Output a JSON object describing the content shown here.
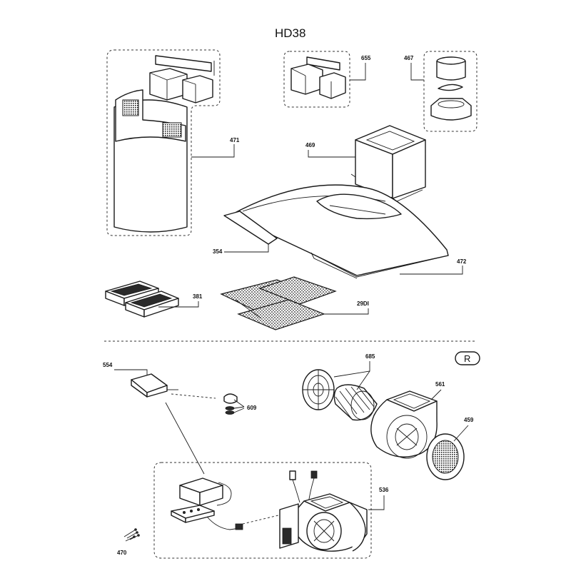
{
  "title": "HD38",
  "mark": "R",
  "labels": {
    "p655": "655",
    "p467": "467",
    "p471": "471",
    "p469": "469",
    "p354": "354",
    "p472": "472",
    "p381": "381",
    "p29DI": "29DI",
    "p554": "554",
    "p685": "685",
    "p561": "561",
    "p609": "609",
    "p459": "459",
    "p536": "536",
    "p470": "470"
  }
}
